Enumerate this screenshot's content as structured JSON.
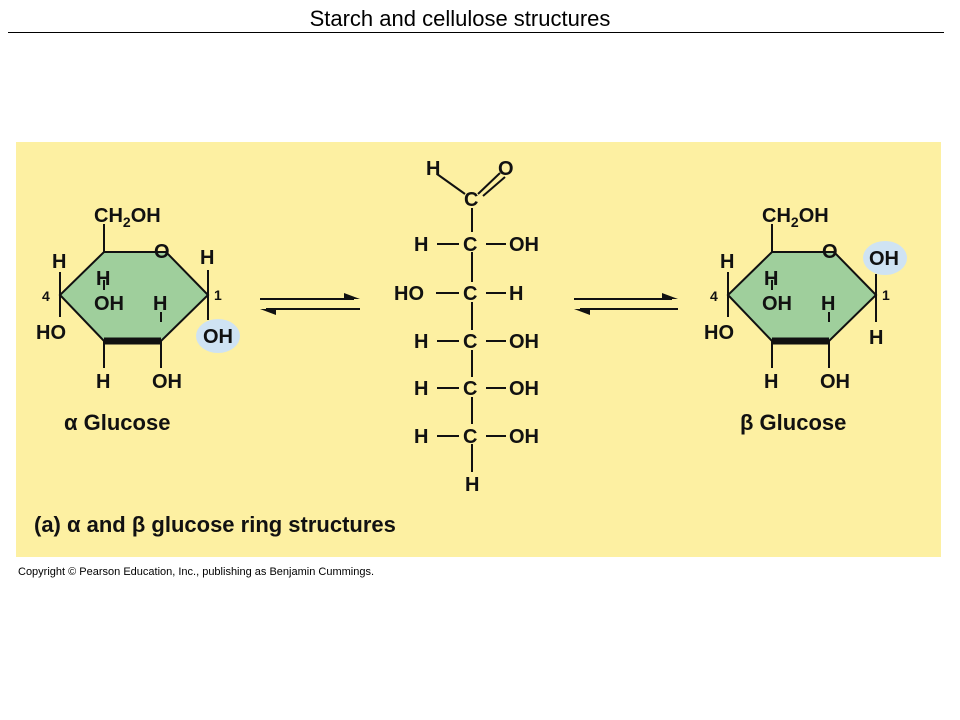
{
  "slide": {
    "title": "Starch and cellulose structures",
    "copyright": "Copyright © Pearson Education, Inc., publishing as Benjamin Cummings."
  },
  "colors": {
    "panel_background": "#fdf0a2",
    "ring_fill": "#9fcf9c",
    "highlight_oh": "#cfe3f3"
  },
  "figure": {
    "caption": "(a) α and β glucose ring structures",
    "alpha": {
      "name": "α Glucose",
      "ch2oh_c": "CH",
      "ch2oh_sub": "2",
      "ch2oh_oh": "OH",
      "ring_o": "O",
      "c5_h": "H",
      "c4_label": "4",
      "c4_ho": "HO",
      "c4_h_inner": "H",
      "c3_oh_inner": "OH",
      "c2_h_inner": "H",
      "c1_label": "1",
      "c1_h": "H",
      "c1_oh": "OH",
      "c3_h": "H",
      "c2_oh": "OH"
    },
    "linear": {
      "aldehyde_h": "H",
      "aldehyde_o": "O",
      "c1": "C",
      "r2_left": "H",
      "r2_c": "C",
      "r2_right": "OH",
      "r3_left": "HO",
      "r3_c": "C",
      "r3_right": "H",
      "r4_left": "H",
      "r4_c": "C",
      "r4_right": "OH",
      "r5_left": "H",
      "r5_c": "C",
      "r5_right": "OH",
      "r6_left": "H",
      "r6_c": "C",
      "r6_right": "OH",
      "bottom_h": "H"
    },
    "beta": {
      "name": "β Glucose",
      "ch2oh_c": "CH",
      "ch2oh_sub": "2",
      "ch2oh_oh": "OH",
      "ring_o": "O",
      "c5_h": "H",
      "c4_label": "4",
      "c4_ho": "HO",
      "c4_h_inner": "H",
      "c3_oh_inner": "OH",
      "c2_h_inner": "H",
      "c1_label": "1",
      "c1_oh": "OH",
      "c1_h": "H",
      "c3_h": "H",
      "c2_oh": "OH"
    }
  }
}
